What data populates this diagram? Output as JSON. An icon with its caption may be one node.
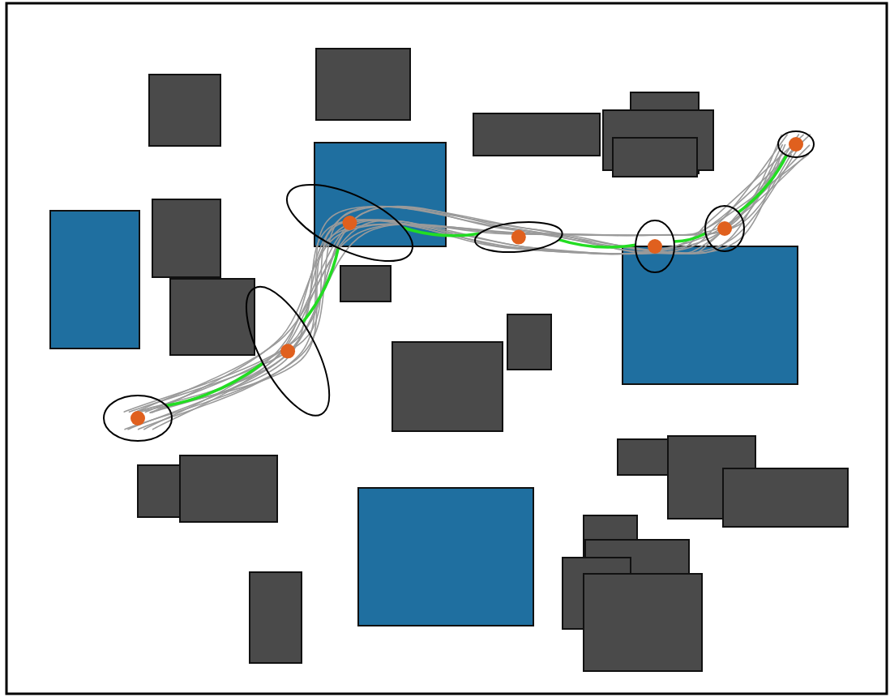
{
  "diagram": {
    "nodes": [
      {
        "text": [],
        "shape": "ellipse"
      },
      {
        "text": [],
        "shape": "ellipse"
      },
      {
        "text": [],
        "shape": "ellipse"
      },
      {
        "text": [],
        "shape": "ellipse"
      },
      {
        "text": [],
        "shape": "ellipse"
      },
      {
        "text": [],
        "shape": "ellipse"
      },
      {
        "text": [],
        "shape": "ellipse"
      }
    ],
    "edges": [
      {
        "from": 0,
        "to": 1,
        "arrow": "none"
      },
      {
        "from": 1,
        "to": 2,
        "arrow": "none"
      },
      {
        "from": 2,
        "to": 3,
        "arrow": "none"
      },
      {
        "from": 3,
        "to": 4,
        "arrow": "none"
      },
      {
        "from": 4,
        "to": 5,
        "arrow": "none"
      },
      {
        "from": 5,
        "to": 6,
        "arrow": "none"
      }
    ]
  }
}
